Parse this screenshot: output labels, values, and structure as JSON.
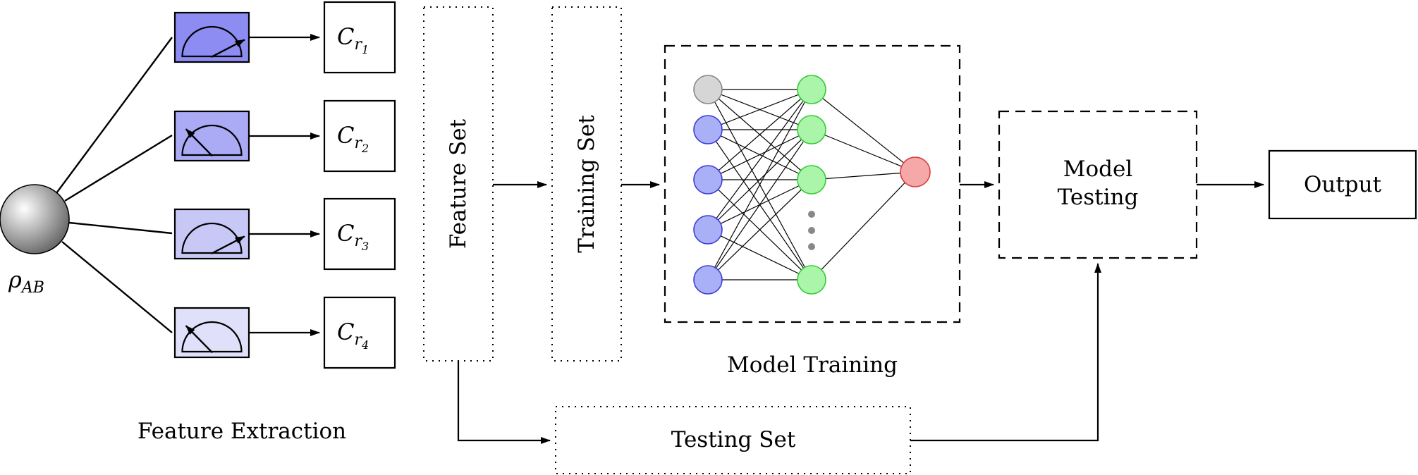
{
  "source": {
    "symbol": "ρ",
    "subscript": "AB"
  },
  "feature_extraction": {
    "title": "Feature Extraction",
    "channels": [
      {
        "level": 0.85,
        "color": "#8c8cf2",
        "label_main": "C",
        "label_sub": "r",
        "label_index": "1"
      },
      {
        "level": 0.25,
        "color": "#aaaaf5",
        "label_main": "C",
        "label_sub": "r",
        "label_index": "2"
      },
      {
        "level": 0.85,
        "color": "#c8c8f7",
        "label_main": "C",
        "label_sub": "r",
        "label_index": "3"
      },
      {
        "level": 0.25,
        "color": "#e0e0fa",
        "label_main": "C",
        "label_sub": "r",
        "label_index": "4"
      }
    ]
  },
  "feature_set": {
    "label": "Feature Set"
  },
  "training_set": {
    "label": "Training Set"
  },
  "testing_set": {
    "label": "Testing Set"
  },
  "model_training": {
    "title": "Model Training",
    "network": {
      "input_color": "#aab0f5",
      "input_stroke": "#3c3cd8",
      "bias_color": "#d6d6d6",
      "bias_stroke": "#888888",
      "hidden_color": "#aaf5aa",
      "hidden_stroke": "#33cc33",
      "output_color": "#f5a8a8",
      "output_stroke": "#d83c3c"
    }
  },
  "model_testing": {
    "label_line1": "Model",
    "label_line2": "Testing"
  },
  "output": {
    "label": "Output"
  }
}
